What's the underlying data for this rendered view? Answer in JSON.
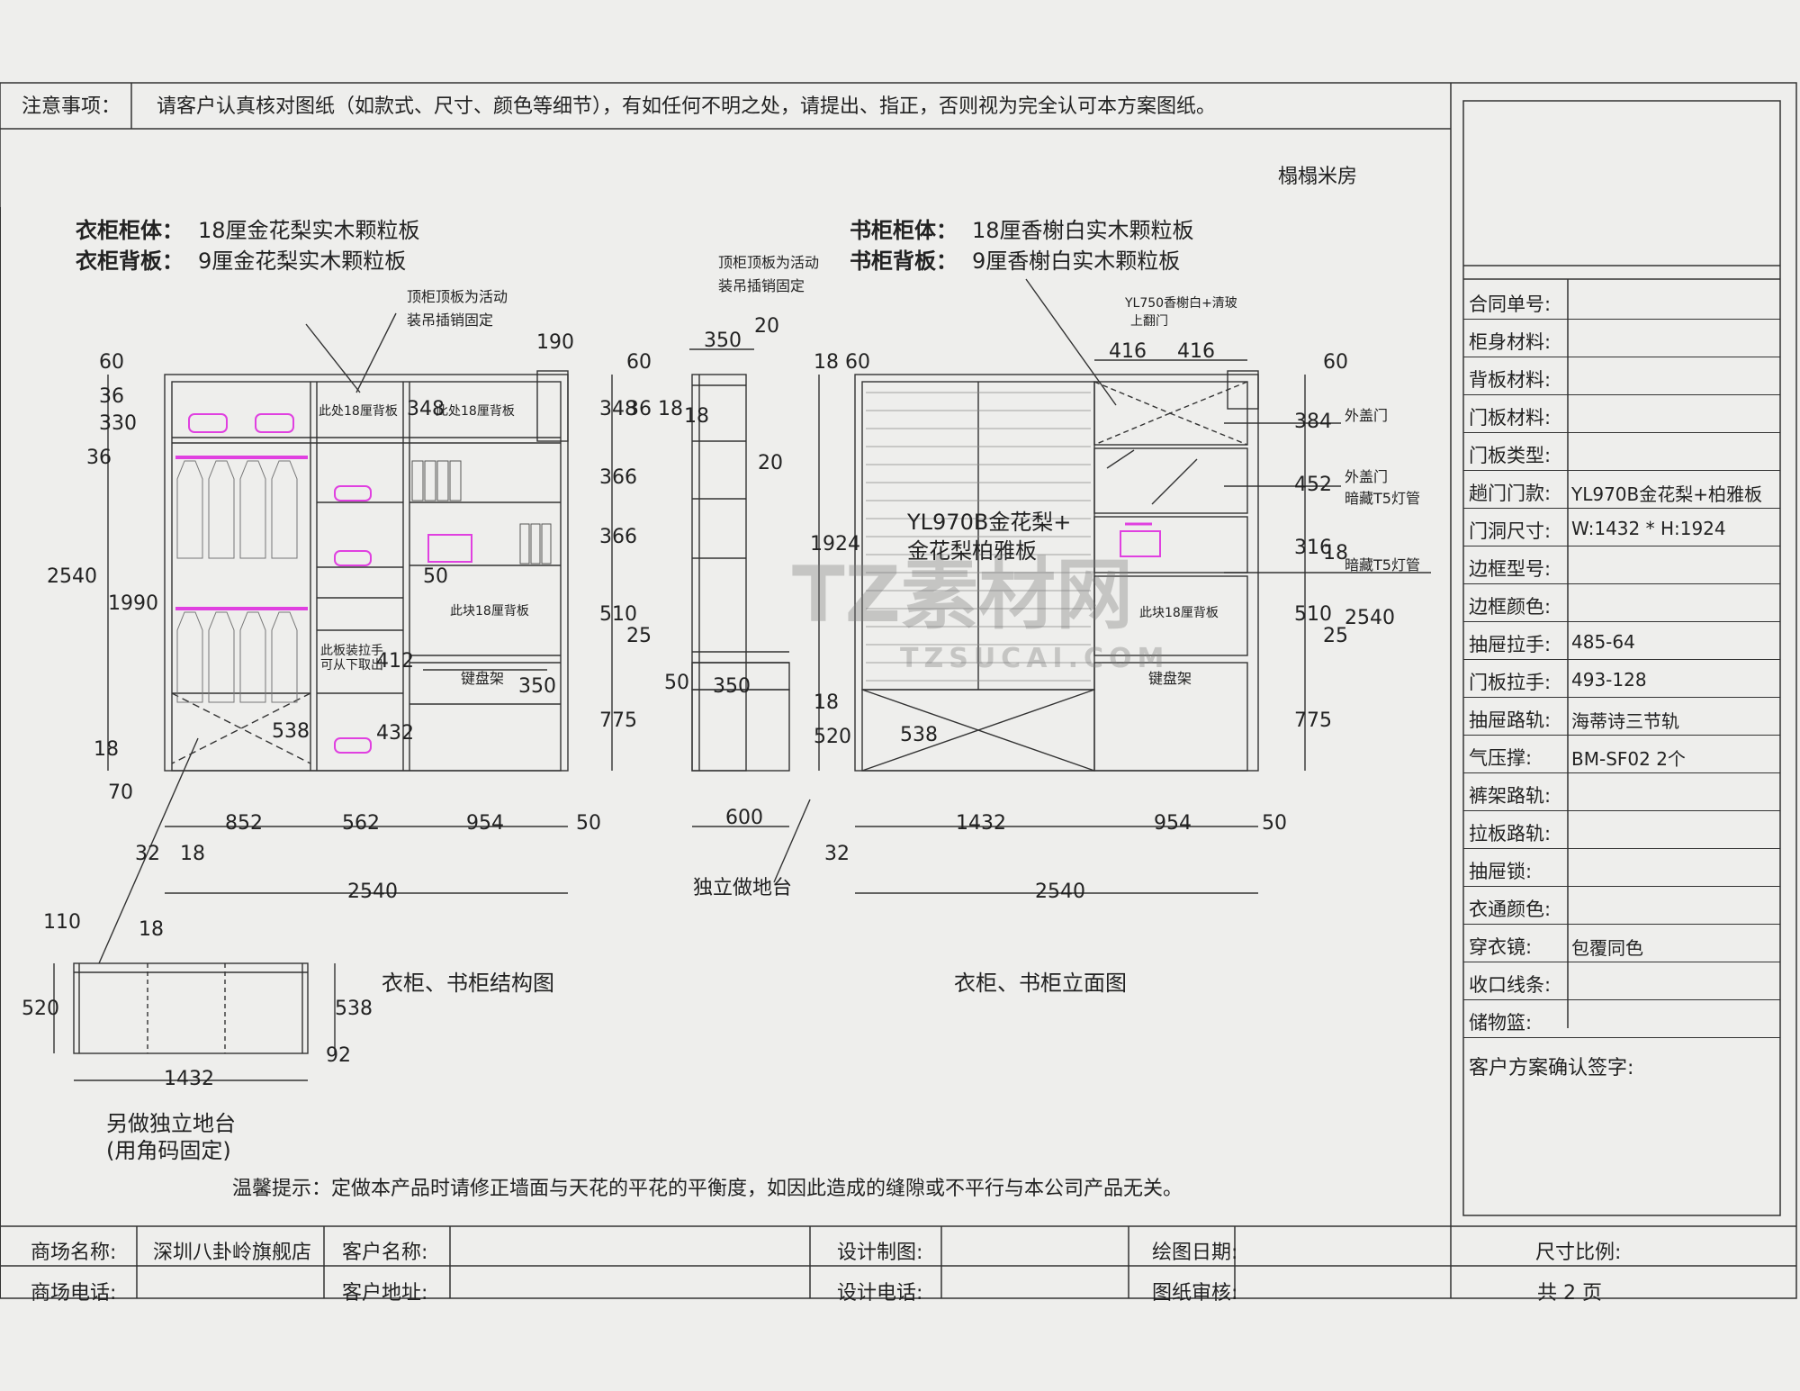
{
  "header": {
    "notice_label": "注意事项：",
    "notice_text": "请客户认真核对图纸（如款式、尺寸、颜色等细节），有如任何不明之处，请提出、指正，否则视为完全认可本方案图纸。"
  },
  "room_name": "榻榻米房",
  "materials": {
    "wardrobe_body_label": "衣柜柜体：",
    "wardrobe_body_value": "18厘金花梨实木颗粒板",
    "wardrobe_back_label": "衣柜背板：",
    "wardrobe_back_value": "9厘金花梨实木颗粒板",
    "bookcase_body_label": "书柜柜体：",
    "bookcase_body_value": "18厘香榭白实木颗粒板",
    "bookcase_back_label": "书柜背板：",
    "bookcase_back_value": "9厘香榭白实木颗粒板"
  },
  "notes": {
    "top_cabinet_1": "顶柜顶板为活动",
    "top_cabinet_2": "装吊插销固定",
    "back_panel_18": "此处18厘背板",
    "back_panel_18b": "此处18厘背板",
    "back_panel_block": "此块18厘背板",
    "back_panel_block2": "此块18厘背板",
    "removable_panel_1": "此板装拉手",
    "removable_panel_2": "可从下取出",
    "keyboard_tray": "键盘架",
    "keyboard_tray2": "键盘架",
    "door_model_1": "YL750香榭白+清玻",
    "door_model_2": "上翻门",
    "outer_door": "外盖门",
    "outer_door2": "外盖门",
    "hidden_light": "暗藏T5灯管",
    "hidden_light2": "暗藏T5灯管",
    "sliding_door_1": "YL970B金花梨+",
    "sliding_door_2": "金花梨柏雅板",
    "standalone_base": "独立做地台"
  },
  "dims": {
    "d60": "60",
    "d36": "36",
    "d330": "330",
    "d36b": "36",
    "d1990": "1990",
    "d2540": "2540",
    "d18": "18",
    "d70": "70",
    "d190": "190",
    "d348": "348",
    "d412": "412",
    "d538": "538",
    "d432": "432",
    "d50": "50",
    "d350": "350",
    "b852": "852",
    "b562": "562",
    "b954": "954",
    "b50": "50",
    "b32": "32",
    "b18": "18",
    "b2540": "2540",
    "s350": "350",
    "s20": "20",
    "s60": "60",
    "s348": "348",
    "s3618": "36 18",
    "s366": "366",
    "s18": "18",
    "s366b": "366",
    "s510": "510",
    "s25": "25",
    "s775": "775",
    "s20b": "20",
    "s50": "50",
    "s350b": "350",
    "s600": "600",
    "e416a": "416",
    "e416b": "416",
    "e1860": "18 60",
    "e1924": "1924",
    "e18": "18",
    "e520": "520",
    "e538": "538",
    "e60": "60",
    "e384": "384",
    "e452": "452",
    "e316": "316",
    "e18b": "18",
    "e510": "510",
    "e25": "25",
    "e2540": "2540",
    "e775": "775",
    "e1432": "1432",
    "e954": "954",
    "e50": "50",
    "e32": "32",
    "e2540b": "2540",
    "p110": "110",
    "p18": "18",
    "p520": "520",
    "p538": "538",
    "p92": "92",
    "p1432": "1432"
  },
  "captions": {
    "structure": "衣柜、书柜结构图",
    "elevation": "衣柜、书柜立面图",
    "platform_1": "另做独立地台",
    "platform_2": "(用角码固定)"
  },
  "tip": "温馨提示：定做本产品时请修正墙面与天花的平花的平衡度，如因此造成的缝隙或不平行与本公司产品无关。",
  "spec_panel": {
    "rows": [
      {
        "label": "合同单号:",
        "value": ""
      },
      {
        "label": "柜身材料:",
        "value": ""
      },
      {
        "label": "背板材料:",
        "value": ""
      },
      {
        "label": "门板材料:",
        "value": ""
      },
      {
        "label": "门板类型:",
        "value": ""
      },
      {
        "label": "趟门门款:",
        "value": "YL970B金花梨+柏雅板"
      },
      {
        "label": "门洞尺寸:",
        "value": "W:1432 * H:1924"
      },
      {
        "label": "边框型号:",
        "value": ""
      },
      {
        "label": "边框颜色:",
        "value": ""
      },
      {
        "label": "抽屉拉手:",
        "value": "485-64"
      },
      {
        "label": "门板拉手:",
        "value": "493-128"
      },
      {
        "label": "抽屉路轨:",
        "value": "海蒂诗三节轨"
      },
      {
        "label": "气压撑:",
        "value": "BM-SF02 2个"
      },
      {
        "label": "裤架路轨:",
        "value": ""
      },
      {
        "label": "拉板路轨:",
        "value": ""
      },
      {
        "label": "抽屉锁:",
        "value": ""
      },
      {
        "label": "衣通颜色:",
        "value": ""
      },
      {
        "label": "穿衣镜:",
        "value": "包覆同色"
      },
      {
        "label": "收口线条:",
        "value": ""
      },
      {
        "label": "储物篮:",
        "value": ""
      }
    ],
    "signature": "客户方案确认签字:"
  },
  "footer": {
    "store_name_label": "商场名称:",
    "store_name_value": "深圳八卦岭旗舰店",
    "client_name_label": "客户名称:",
    "design_label": "设计制图:",
    "draw_date_label": "绘图日期:",
    "scale_label": "尺寸比例:",
    "store_phone_label": "商场电话:",
    "client_addr_label": "客户地址:",
    "design_phone_label": "设计电话:",
    "review_label": "图纸审核:",
    "pages": "共 2 页"
  },
  "watermark": {
    "brand": "TZ素材网",
    "url": "TZSUCAI.COM"
  },
  "colors": {
    "line": "#333333",
    "accent": "#e040e0",
    "paper": "#eeeeec"
  }
}
